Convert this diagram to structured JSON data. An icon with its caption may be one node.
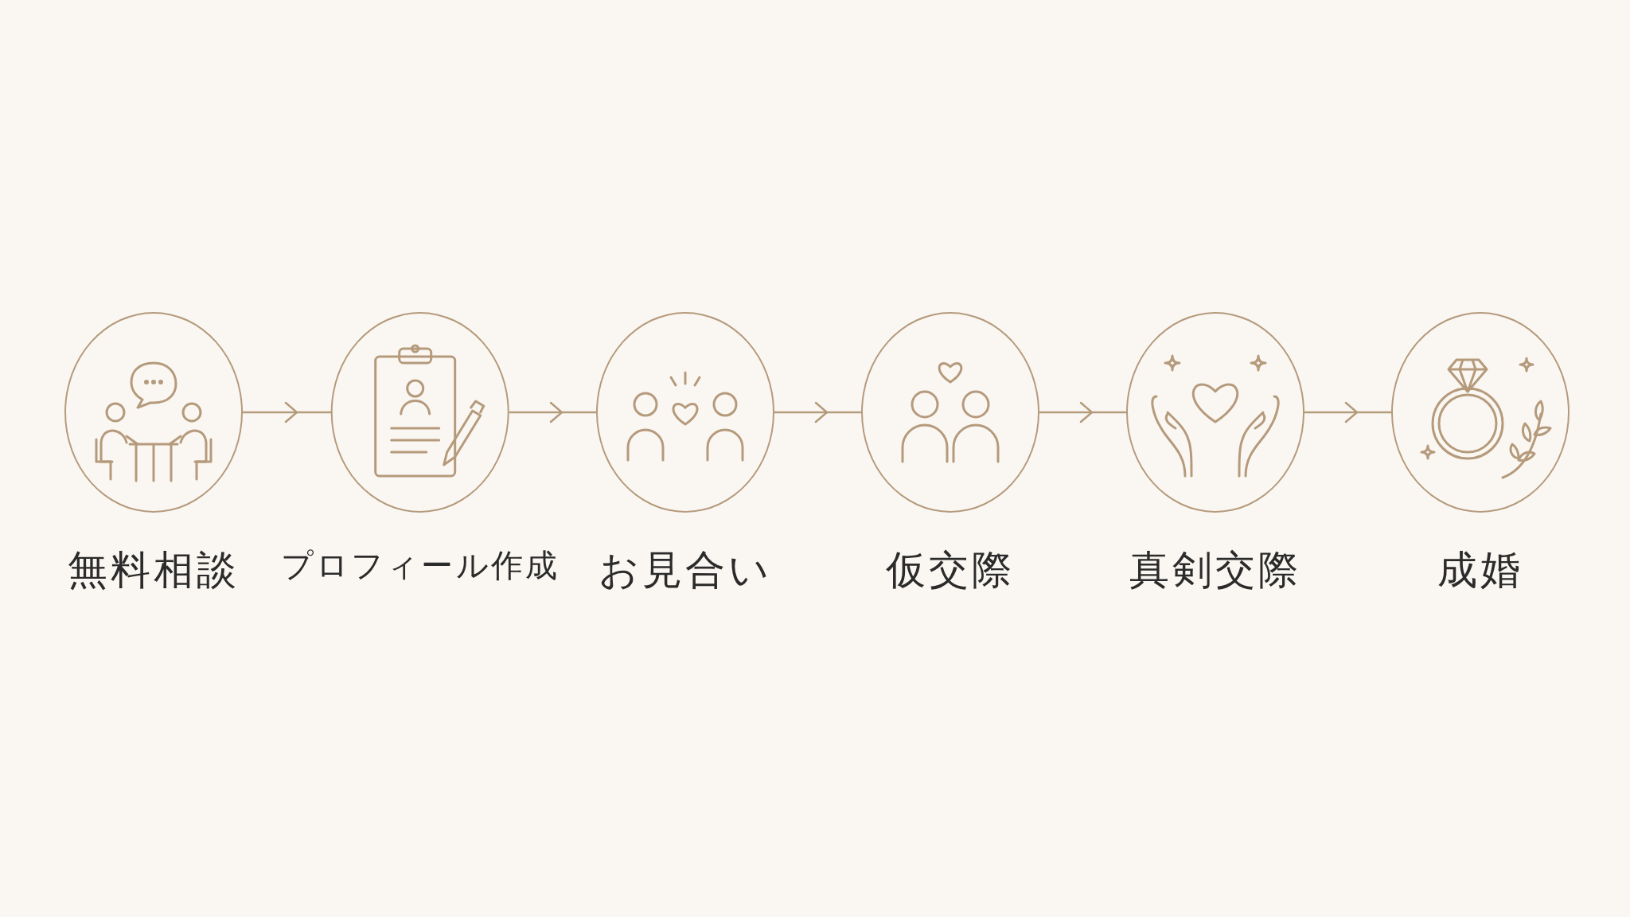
{
  "diagram": {
    "nodes": [
      {
        "text": [
          "無料相談"
        ]
      },
      {
        "text": [
          "プロフィール作成"
        ]
      },
      {
        "text": [
          "お見合い"
        ]
      },
      {
        "text": [
          "仮交際"
        ]
      },
      {
        "text": [
          "真剣交際"
        ]
      },
      {
        "text": [
          "成婚"
        ]
      }
    ],
    "edges": [
      {
        "from": 0,
        "to": 1,
        "arrow": "to"
      },
      {
        "from": 1,
        "to": 2,
        "arrow": "to"
      },
      {
        "from": 2,
        "to": 3,
        "arrow": "to"
      },
      {
        "from": 3,
        "to": 4,
        "arrow": "to"
      },
      {
        "from": 4,
        "to": 5,
        "arrow": "to"
      }
    ]
  }
}
